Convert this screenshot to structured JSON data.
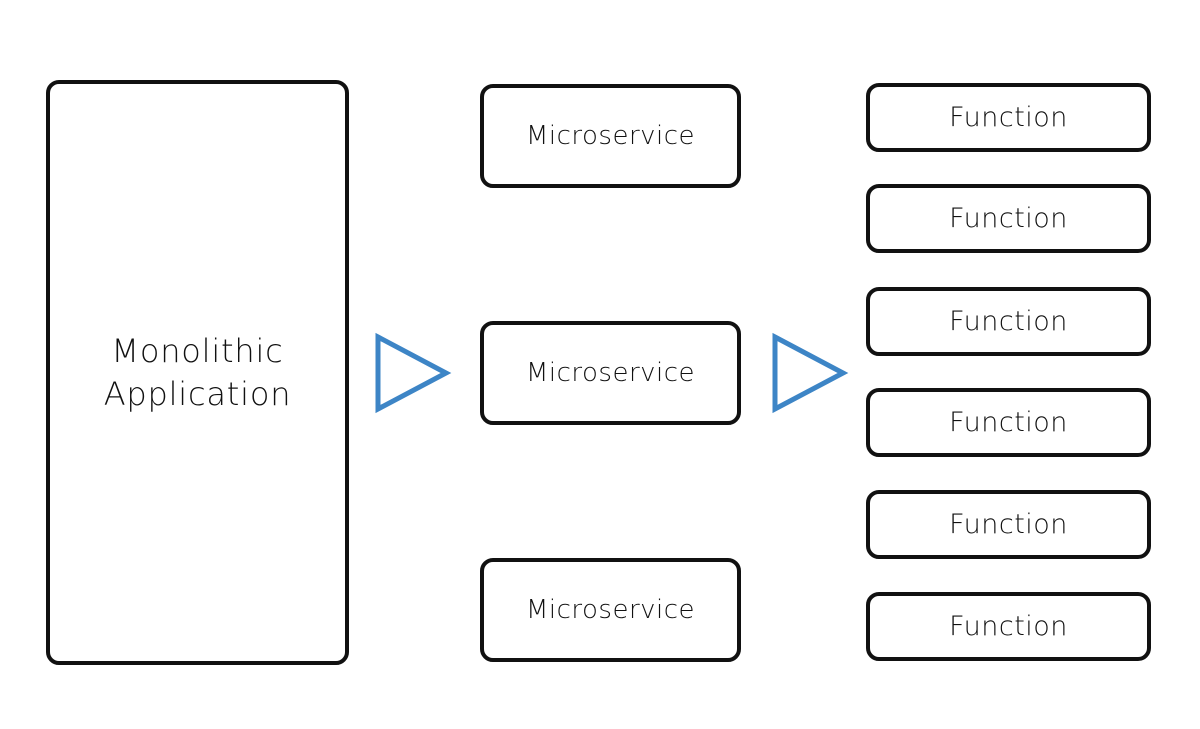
{
  "diagram": {
    "monolith": {
      "label": "Monolithic\nApplication"
    },
    "microservices": [
      {
        "label": "Microservice"
      },
      {
        "label": "Microservice"
      },
      {
        "label": "Microservice"
      }
    ],
    "functions": [
      {
        "label": "Function"
      },
      {
        "label": "Function"
      },
      {
        "label": "Function"
      },
      {
        "label": "Function"
      },
      {
        "label": "Function"
      },
      {
        "label": "Function"
      }
    ],
    "arrow_color": "#3d85c6",
    "border_color": "#111111"
  }
}
